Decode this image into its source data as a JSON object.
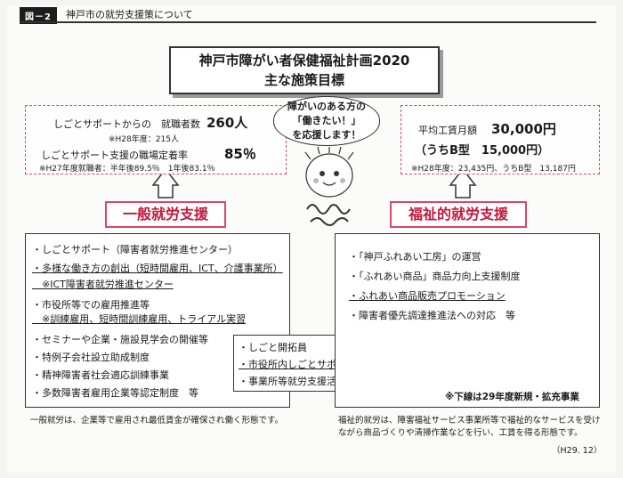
{
  "header": {
    "tag": "図－2",
    "title": "神戸市の就労支援策について"
  },
  "plan": {
    "line1": "神戸市障がい者保健福祉計画2020",
    "line2": "主な施策目標"
  },
  "left_targets": {
    "employed_label": "しごとサポートからの　就職者数",
    "employed_value": "260人",
    "employed_note": "※H28年度：215人",
    "retention_label": "しごとサポート支援の職場定着率",
    "retention_value": "85％",
    "retention_note": "※H27年度就職者：半年後89.5％　1年後83.1％"
  },
  "bubble": {
    "line1": "障がいのある方の",
    "line2": "「働きたい！」",
    "line3": "を応援します！"
  },
  "right_targets": {
    "wage_label": "平均工賃月額",
    "wage_value": "30,000円",
    "typeb_value": "（うちB型　15,000円）",
    "wage_note": "※H28年度：23,435円、うちB型　13,187円"
  },
  "mascot": {
    "icon": "mascot-illustration"
  },
  "left_label": "一般就労支援",
  "right_label": "福祉的就労支援",
  "left_panel": {
    "items": [
      "・しごとサポート（障害者就労推進センター）",
      "・多様な働き方の創出（短時間雇用、ICT、介護事業所）",
      "　※ICT障害者就労推進センター",
      "・市役所等での雇用推進等",
      "　※訓練雇用、短時間訓練雇用、トライアル実習",
      "・セミナーや企業・施設見学会の開催等",
      "・特例子会社設立助成制度",
      "・精神障害者社会適応訓練事業",
      "・多数障害者雇用企業等認定制度　等"
    ]
  },
  "center_panel": {
    "items": [
      "・しごと開拓員",
      "・市役所内しごとサポーター",
      "・事業所等就労支援活動事業"
    ]
  },
  "right_panel": {
    "items": [
      "・「神戸ふれあい工房」の運営",
      "・「ふれあい商品」商品力向上支援制度",
      "・ふれあい商品販売プロモーション",
      "・障害者優先調達推進法への対応　等"
    ],
    "note": "※下線は29年度新規・拡充事業"
  },
  "footer": {
    "left": "一般就労は、企業等で雇用され最低賃金が確保され働く形態です。",
    "right_line1": "福祉的就労は、障害福祉サービス事業所等で福祉的なサービスを受け",
    "right_line2": "ながら商品づくりや清掃作業などを行い、工賃を得る形態です。",
    "date": "（H29. 12）"
  },
  "colors": {
    "accent_pink": "#d9486a",
    "label_red": "#c4173b"
  }
}
